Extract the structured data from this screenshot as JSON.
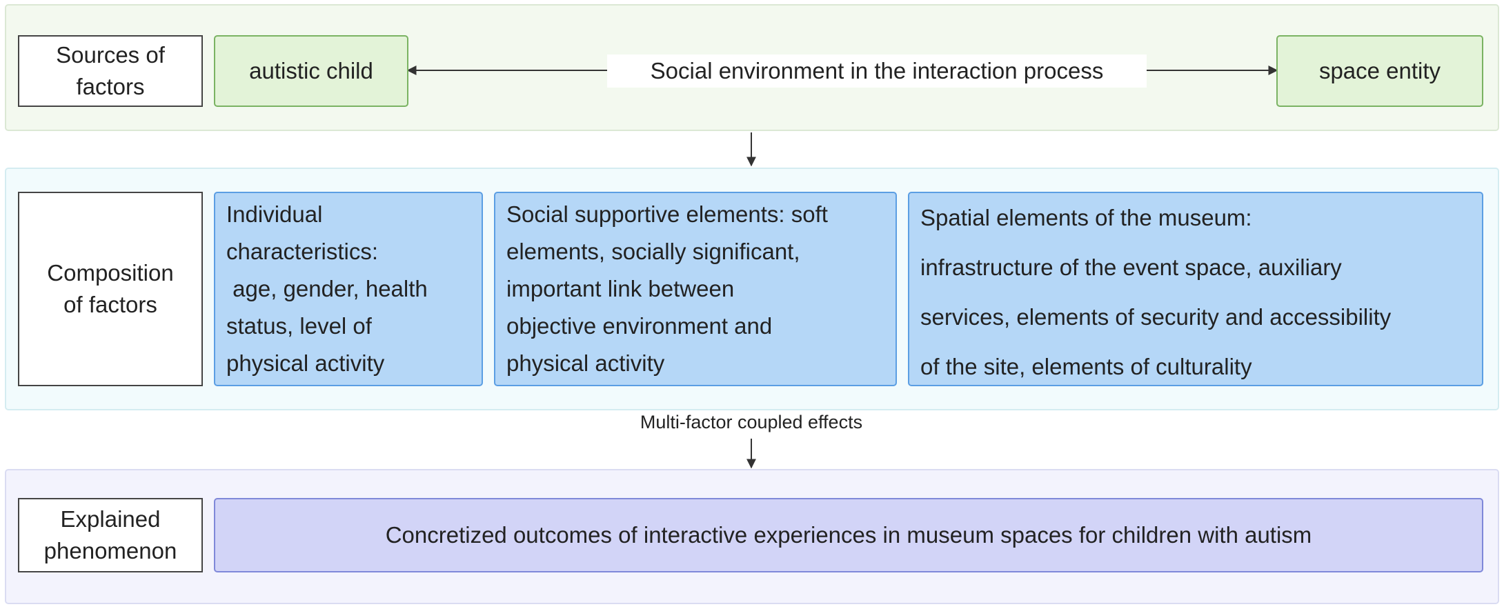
{
  "rows": {
    "sources": {
      "label": [
        "Sources of",
        "factors"
      ],
      "left_node": "autistic child",
      "center_node": "Social environment in the interaction process",
      "right_node": "space entity"
    },
    "composition": {
      "label": [
        "Composition",
        "of factors"
      ],
      "boxes": [
        [
          "Individual",
          "characteristics:",
          " age, gender, health",
          "status, level of",
          "physical activity"
        ],
        [
          "Social supportive elements: soft",
          "elements, socially significant,",
          "important link between",
          "objective environment and",
          "physical activity"
        ],
        [
          "Spatial elements of the museum:",
          "infrastructure of the event space, auxiliary",
          "services, elements of security and accessibility",
          "of the site, elements of culturality"
        ]
      ]
    },
    "explained": {
      "label": [
        "Explained",
        "phenomenon"
      ],
      "outcome": "Concretized outcomes of interactive experiences in museum spaces for children with autism"
    }
  },
  "edge_label": "Multi-factor coupled effects",
  "colors": {
    "sources_band": "#f3f9ef",
    "composition_band": "#f2fbfd",
    "explained_band": "#f3f3fd",
    "green_node": "#e3f3d8",
    "blue_node": "#b5d7f7",
    "purple_node": "#d2d4f7"
  }
}
